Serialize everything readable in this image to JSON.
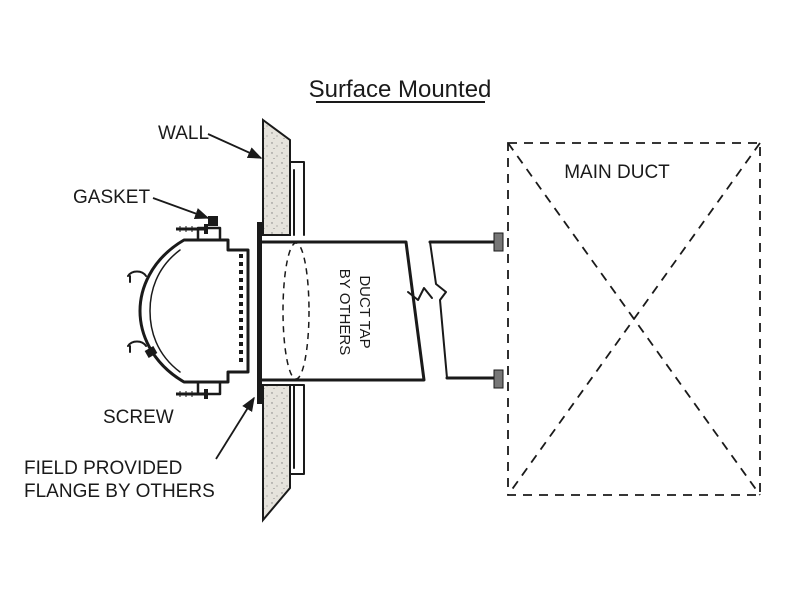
{
  "title": "Surface Mounted",
  "labels": {
    "wall": "WALL",
    "gasket": "GASKET",
    "screw": "SCREW",
    "flange_line1": "FIELD PROVIDED",
    "flange_line2": "FLANGE BY OTHERS",
    "main_duct": "MAIN DUCT",
    "duct_tap_line1": "DUCT TAP",
    "duct_tap_line2": "BY OTHERS"
  },
  "colors": {
    "ink": "#1a1a1a",
    "wall_fill": "#e6e3dc",
    "background": "#ffffff"
  }
}
